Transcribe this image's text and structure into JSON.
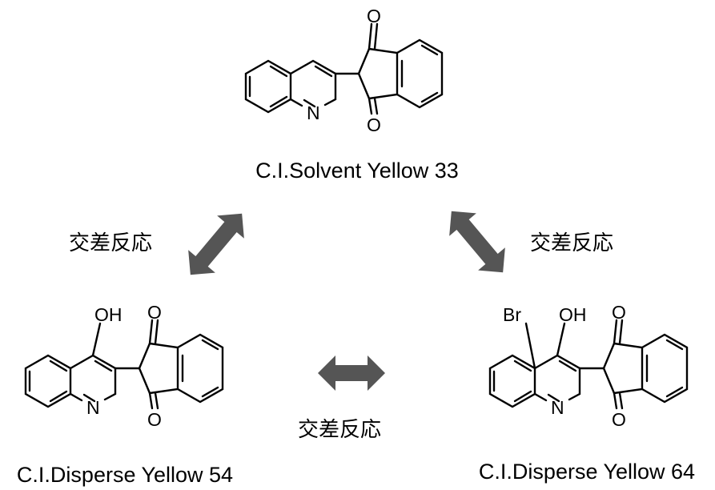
{
  "atoms": {
    "oxygen": "O",
    "nitrogen": "N",
    "hydroxyl": "OH",
    "bromine": "Br"
  },
  "compounds": {
    "top": {
      "name": "C.I.Solvent Yellow 33"
    },
    "left": {
      "name": "C.I.Disperse Yellow 54"
    },
    "right": {
      "name": "C.I.Disperse Yellow 64"
    }
  },
  "reactions": {
    "top_left": "交差反応",
    "top_right": "交差反応",
    "bottom": "交差反応"
  },
  "colors": {
    "arrow": "#555555",
    "line": "#000000",
    "background": "#ffffff"
  }
}
